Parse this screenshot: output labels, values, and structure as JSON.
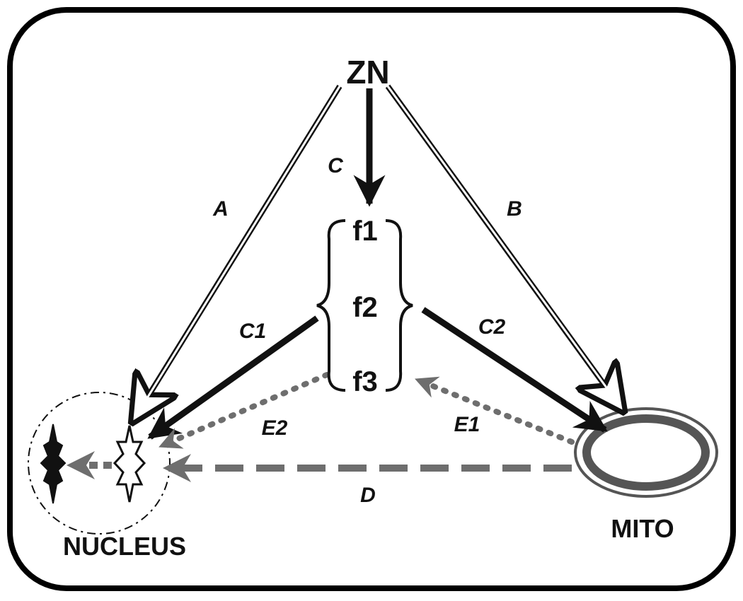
{
  "nodes": {
    "zn": "ZN",
    "f1": "f1",
    "f2": "f2",
    "f3": "f3",
    "nucleus": "NUCLEUS",
    "mito": "MITO"
  },
  "edges": {
    "a": "A",
    "b": "B",
    "c": "C",
    "c1": "C1",
    "c2": "C2",
    "d": "D",
    "e1": "E1",
    "e2": "E2"
  },
  "colors": {
    "solid": "#111111",
    "dashed": "#6e6e6e",
    "outline": "#000000"
  }
}
